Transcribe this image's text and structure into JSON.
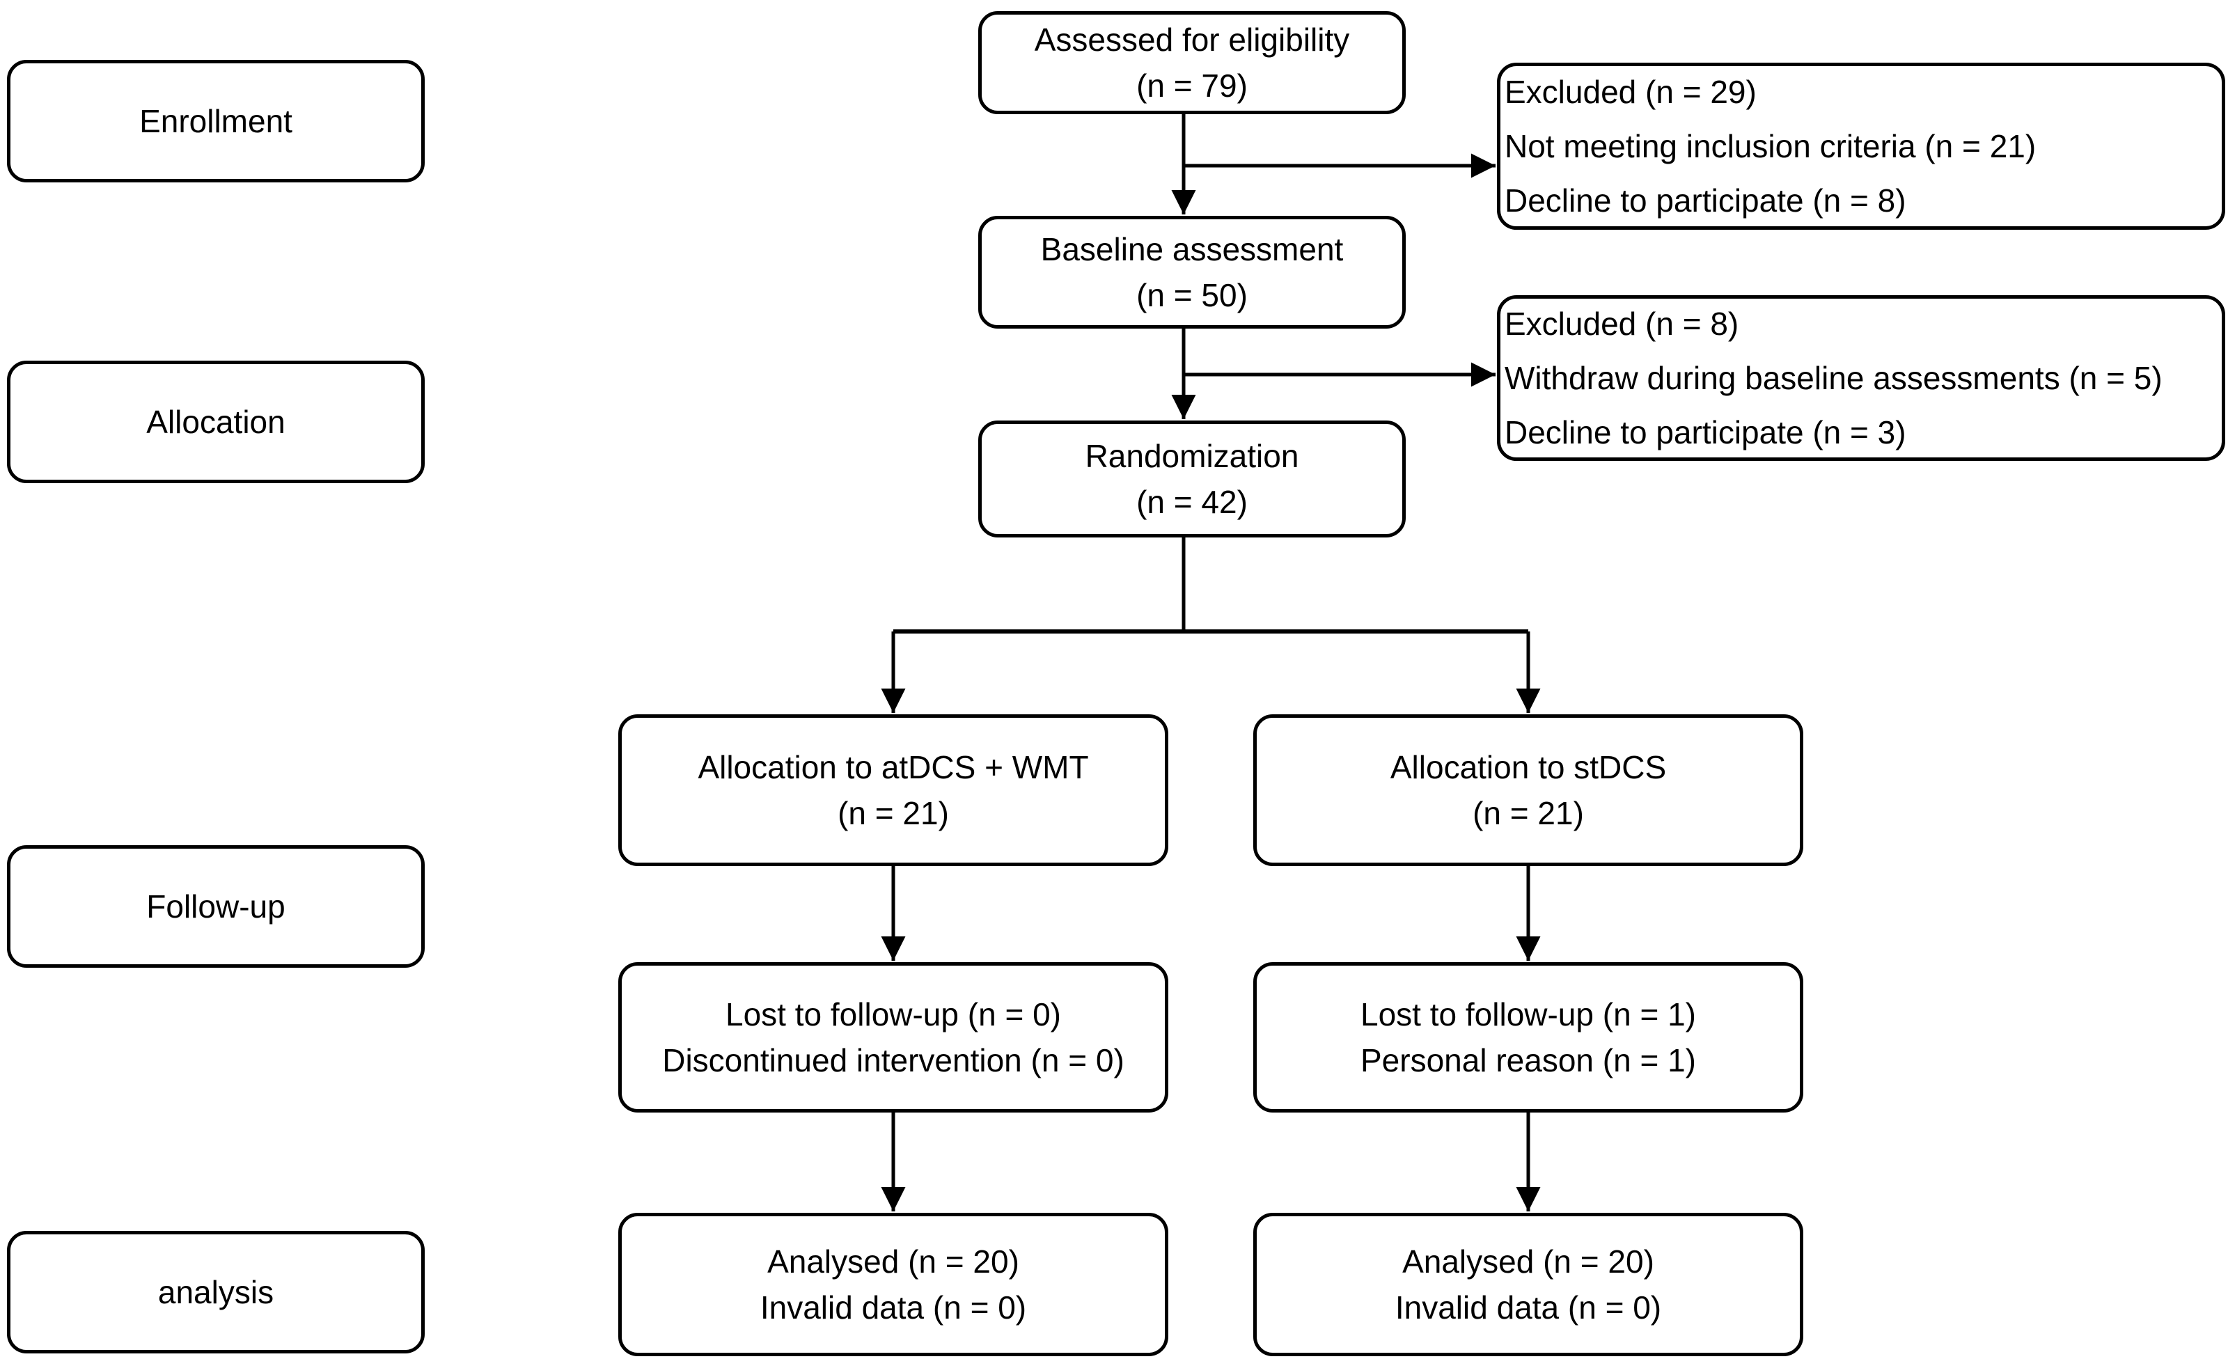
{
  "diagram": {
    "type": "consort-flowchart",
    "colors": {
      "line": "#000000",
      "text": "#000000",
      "box_background": "#ffffff",
      "page_background": "#ffffff"
    },
    "stages": [
      {
        "label": "Enrollment"
      },
      {
        "label": "Allocation"
      },
      {
        "label": "Follow-up"
      },
      {
        "label": "analysis"
      }
    ],
    "nodes": {
      "assessed": {
        "lines": [
          "Assessed for eligibility",
          "(n = 79)"
        ]
      },
      "excluded1": {
        "lines": [
          "Excluded (n = 29)",
          "Not meeting inclusion criteria (n = 21)",
          "Decline to participate (n = 8)"
        ]
      },
      "baseline": {
        "lines": [
          "Baseline assessment",
          "(n = 50)"
        ]
      },
      "excluded2": {
        "lines": [
          "Excluded (n = 8)",
          "Withdraw during baseline assessments (n = 5)",
          "Decline to participate (n = 3)"
        ]
      },
      "randomization": {
        "lines": [
          "Randomization",
          "(n = 42)"
        ]
      },
      "allocation_left": {
        "lines": [
          "Allocation to atDCS + WMT",
          "(n = 21)"
        ]
      },
      "allocation_right": {
        "lines": [
          "Allocation to stDCS",
          "(n = 21)"
        ]
      },
      "followup_left": {
        "lines": [
          "Lost to follow-up (n = 0)",
          "Discontinued intervention (n = 0)"
        ]
      },
      "followup_right": {
        "lines": [
          "Lost to follow-up (n = 1)",
          "Personal reason (n = 1)"
        ]
      },
      "analysed_left": {
        "lines": [
          "Analysed (n = 20)",
          "Invalid data (n = 0)"
        ]
      },
      "analysed_right": {
        "lines": [
          "Analysed (n = 20)",
          "Invalid data (n = 0)"
        ]
      }
    }
  }
}
